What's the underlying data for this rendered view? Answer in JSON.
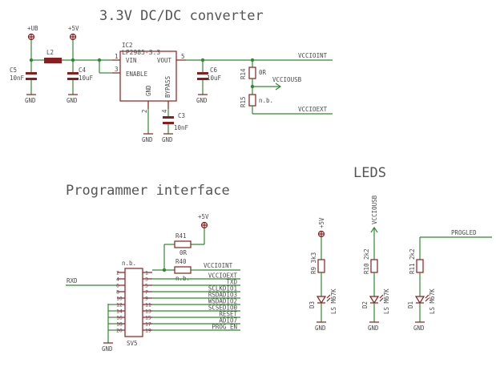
{
  "titles": {
    "dcdc": "3.3V DC/DC converter",
    "prog": "Programmer interface",
    "leds": "LEDS"
  },
  "dcdc": {
    "pwr_ub": "+UB",
    "pwr_5v": "+5V",
    "c5": "C5",
    "c5_val": "10nF",
    "l2": "L2",
    "c4": "C4",
    "c4_val": "10uF",
    "ic_name": "IC2",
    "ic_part": "LP2985-3.3",
    "pin1": "1",
    "pin3": "3",
    "pin5": "5",
    "pin2": "2",
    "pin4": "4",
    "vin": "VIN",
    "vout": "VOUT",
    "enable": "ENABLE",
    "gnd_pin": "GND",
    "bypass": "BYPASS",
    "c3": "C3",
    "c3_val": "10nF",
    "c6": "C6",
    "c6_val": "10uF",
    "r14": "R14",
    "r14_val": "0R",
    "r15": "R15",
    "r15_val": "n.b.",
    "vccint": "VCCIOINT",
    "vccusb": "VCCIOUSB",
    "vccext": "VCCIOEXT",
    "gnd": "GND"
  },
  "prog": {
    "pwr_5v": "+5V",
    "r41": "R41",
    "r41_val": "0R",
    "r40": "R40",
    "r40_val": "n.b.",
    "nb": "n.b.",
    "sv_name": "SV5",
    "rxd": "RXD",
    "gnd": "GND",
    "left_pins": [
      "2",
      "4",
      "6",
      "8",
      "10",
      "12",
      "14",
      "16",
      "18",
      "20"
    ],
    "right_pins": [
      "1",
      "3",
      "5",
      "7",
      "9",
      "11",
      "13",
      "15",
      "17",
      "19"
    ],
    "signals": [
      "VCCIOINT",
      "VCCIOEXT",
      "TXD",
      "SCLKDIO1",
      "RSDADIO3",
      "WSDADIO2",
      "SCSEDIO0",
      "RESET",
      "ADIO7",
      "PROG_EN"
    ]
  },
  "leds": {
    "pwr_5v": "+5V",
    "vccusb": "VCCIOUSB",
    "progled": "PROGLED",
    "r9": "R9",
    "r9_val": "3k3",
    "r10": "R10",
    "r10_val": "2k2",
    "r11": "R11",
    "r11_val": "2k2",
    "d3": "D3",
    "d2": "D2",
    "d1": "D1",
    "led_type": "LS M67K",
    "gnd": "GND"
  }
}
